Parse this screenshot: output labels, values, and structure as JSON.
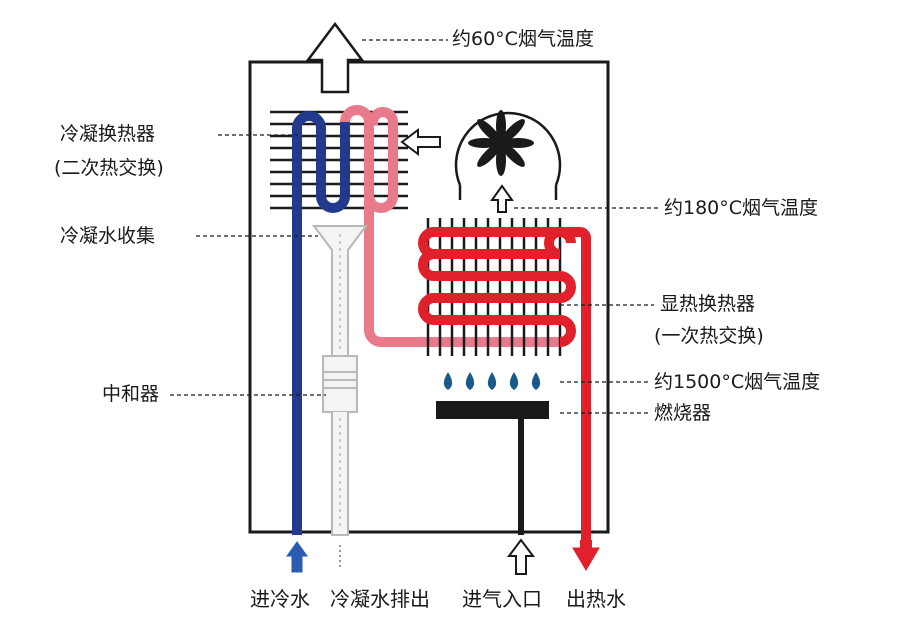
{
  "labels": {
    "top_exhaust": "约60°C烟气温度",
    "condensing_hx_line1": "冷凝换热器",
    "condensing_hx_line2": "(二次热交换)",
    "condensate_collect": "冷凝水收集",
    "neutralizer": "中和器",
    "mid_exhaust": "约180°C烟气温度",
    "sensible_hx_line1": "显热换热器",
    "sensible_hx_line2": "(一次热交换)",
    "flame_exhaust": "约1500°C烟气温度",
    "burner": "燃烧器"
  },
  "bottom_labels": {
    "cold_in": "进冷水",
    "condensate_out": "冷凝水排出",
    "air_in": "进气入口",
    "hot_out": "出热水"
  },
  "colors": {
    "cold_water": "#233a8c",
    "hot_water": "#e0202a",
    "warm_water": "#e87a8c",
    "flame": "#1a5a8a",
    "frame": "#1a1a1a"
  }
}
